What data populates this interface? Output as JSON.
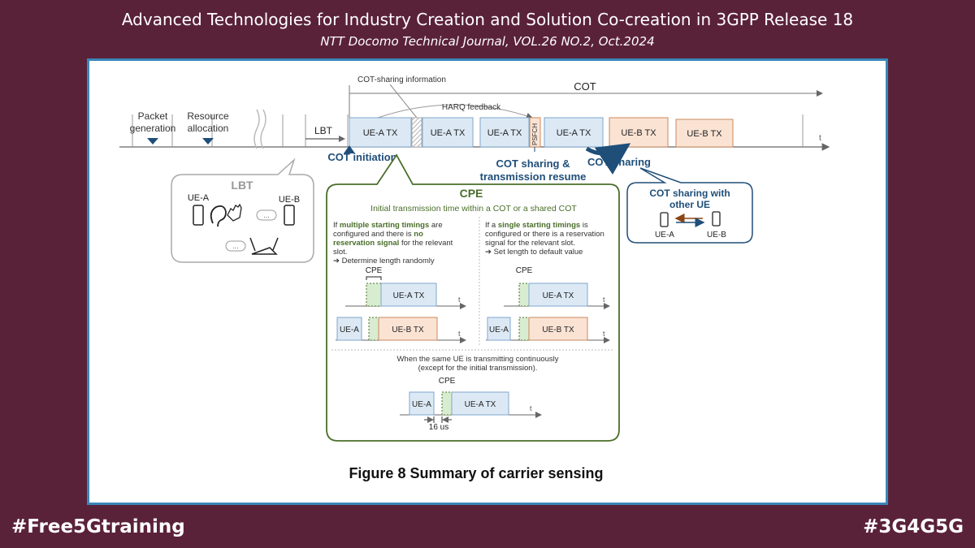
{
  "header": {
    "title": "Advanced Technologies for Industry Creation and Solution Co-creation in 3GPP Release 18",
    "subtitle": "NTT Docomo Technical Journal, VOL.26 NO.2, Oct.2024"
  },
  "footer": {
    "left_tag": "#Free5Gtraining",
    "right_tag": "#3G4G5G"
  },
  "colors": {
    "background": "#5a2239",
    "frame_border": "#3a87b8",
    "ue_a": "#dce9f5",
    "ue_b": "#fbe3d4",
    "cpe": "#d8ecd0",
    "arrow": "#1f4e79",
    "green_text": "#4a6e2a"
  },
  "figure": {
    "caption": "Figure 8  Summary of carrier sensing",
    "timeline": {
      "cot_sharing_info": "COT-sharing information",
      "cot": "COT",
      "harq_feedback": "HARQ feedback",
      "packet_generation_1": "Packet",
      "packet_generation_2": "generation",
      "resource_allocation_1": "Resource",
      "resource_allocation_2": "allocation",
      "lbt": "LBT",
      "ue_a_tx": "UE-A TX",
      "ue_b_tx": "UE-B TX",
      "psfch": "PSFCH",
      "t": "t",
      "cot_initiation": "COT initiation",
      "cot_sharing_resume_1": "COT sharing &",
      "cot_sharing_resume_2": "transmission resume",
      "cot_sharing": "COT sharing"
    },
    "lbt_bubble": {
      "title": "LBT",
      "ue_a": "UE-A",
      "ue_b": "UE-B"
    },
    "cot_other_bubble": {
      "title_1": "COT sharing with",
      "title_2": "other UE",
      "ue_a": "UE-A",
      "ue_b": "UE-B"
    },
    "cpe_box": {
      "title": "CPE",
      "subtitle": "Initial transmission time within a COT or a shared COT",
      "left": {
        "l1a": "If ",
        "l1b": "multiple starting timings",
        "l1c": " are",
        "l2a": "configured and there is ",
        "l2b": "no",
        "l3a": "reservation signal",
        "l3b": " for the relevant",
        "l4": "slot.",
        "l5": "➔ Determine length randomly"
      },
      "right": {
        "l1a": "If a ",
        "l1b": "single starting timings",
        "l1c": " is",
        "l2": "configured or there is a reservation",
        "l3": "signal for the relevant slot.",
        "l4": "➔ Set length to default value"
      },
      "cpe_label": "CPE",
      "ue_a": "UE-A",
      "ue_a_tx": "UE-A TX",
      "ue_b_tx": "UE-B TX",
      "t": "t",
      "continuous_1": "When the same UE is transmitting continuously",
      "continuous_2": "(except for the initial transmission).",
      "gap": "16 us"
    }
  }
}
